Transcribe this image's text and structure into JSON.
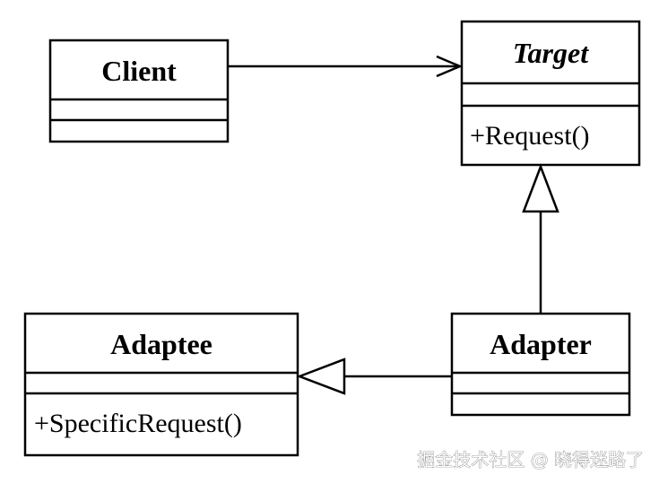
{
  "diagram": {
    "classes": {
      "client": {
        "name": "Client",
        "operation": ""
      },
      "target": {
        "name": "Target",
        "operation": "+Request()"
      },
      "adapter": {
        "name": "Adapter",
        "operation": ""
      },
      "adaptee": {
        "name": "Adaptee",
        "operation": "+SpecificRequest()"
      }
    }
  },
  "watermark": "掘金技术社区 @ 晓得迷路了"
}
